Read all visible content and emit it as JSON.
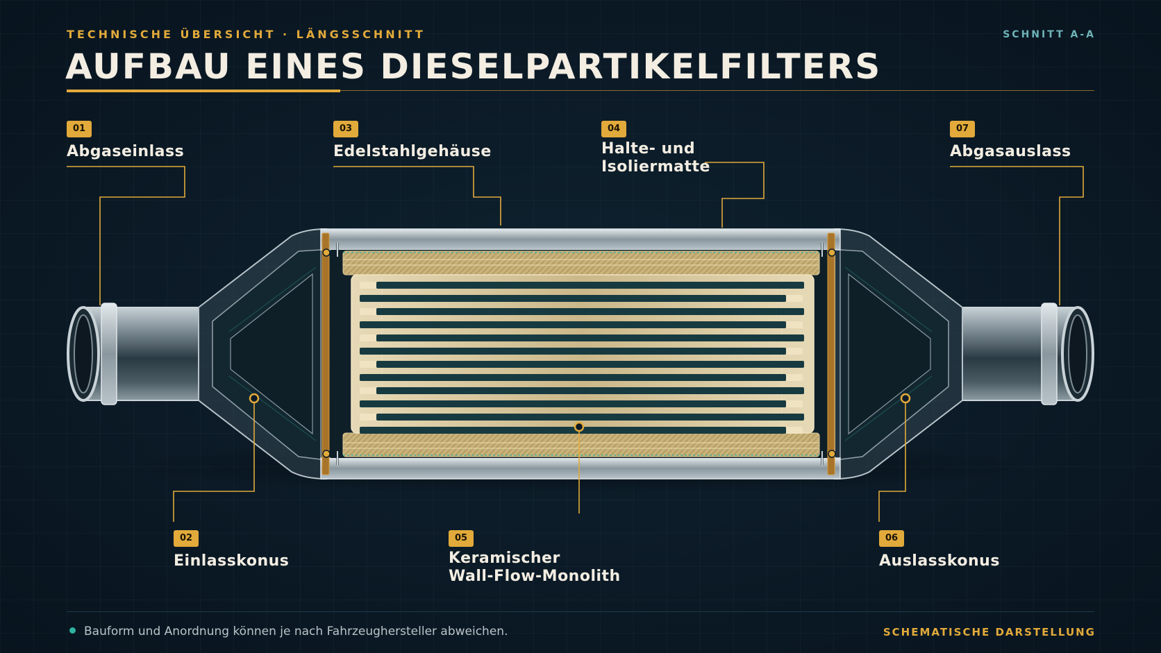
{
  "header": {
    "kicker": "TECHNISCHE ÜBERSICHT · LÄNGSSCHNITT",
    "section": "SCHNITT A-A",
    "title": "AUFBAU EINES DIESELPARTIKELFILTERS"
  },
  "callouts": [
    {
      "number": "01",
      "label": "Abgaseinlass",
      "label2": ""
    },
    {
      "number": "02",
      "label": "Einlasskonus",
      "label2": ""
    },
    {
      "number": "03",
      "label": "Edelstahlgehäuse",
      "label2": ""
    },
    {
      "number": "04",
      "label": "Halte- und",
      "label2": "Isoliermatte"
    },
    {
      "number": "05",
      "label": "Keramischer",
      "label2": "Wall-Flow-Monolith"
    },
    {
      "number": "06",
      "label": "Auslasskonus",
      "label2": ""
    },
    {
      "number": "07",
      "label": "Abgasauslass",
      "label2": ""
    }
  ],
  "footer": {
    "note": "Bauform und Anordnung können je nach Fahrzeughersteller abweichen.",
    "schema": "SCHEMATISCHE DARSTELLUNG"
  },
  "colors": {
    "accent": "#e2aa3a",
    "teal": "#2fb3a0",
    "background": "#0b1a26",
    "ceramic": "#d9c9a0",
    "mat": "#c9b27a",
    "steel": "#a9b6bd"
  }
}
